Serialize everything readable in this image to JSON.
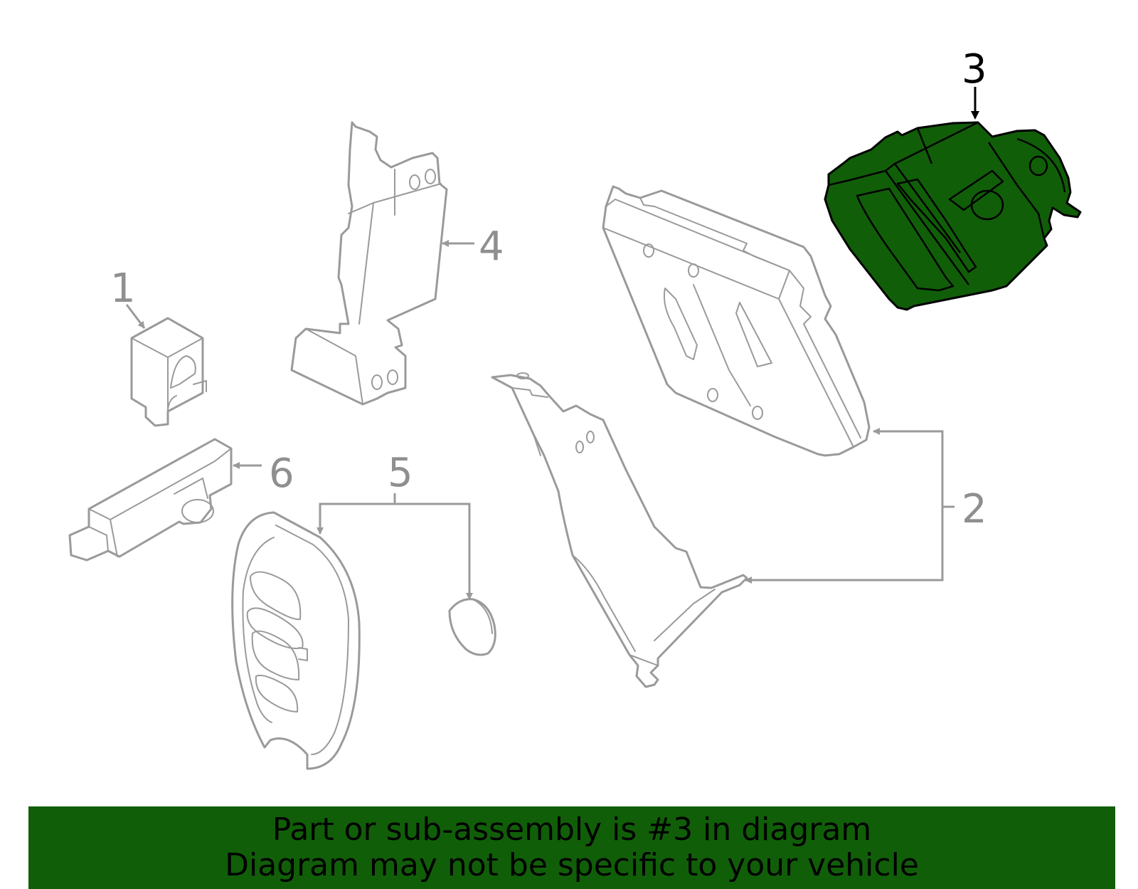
{
  "callouts": {
    "c1": "1",
    "c2": "2",
    "c3": "3",
    "c4": "4",
    "c5": "5",
    "c6": "6"
  },
  "highlighted_part": "3",
  "colors": {
    "highlight": "#115e09",
    "line_art": "#9a9a9a",
    "banner": "#115e09"
  },
  "banner": {
    "line1": "Part or sub-assembly is #3 in diagram",
    "line2": "Diagram may not be specific to your vehicle"
  }
}
